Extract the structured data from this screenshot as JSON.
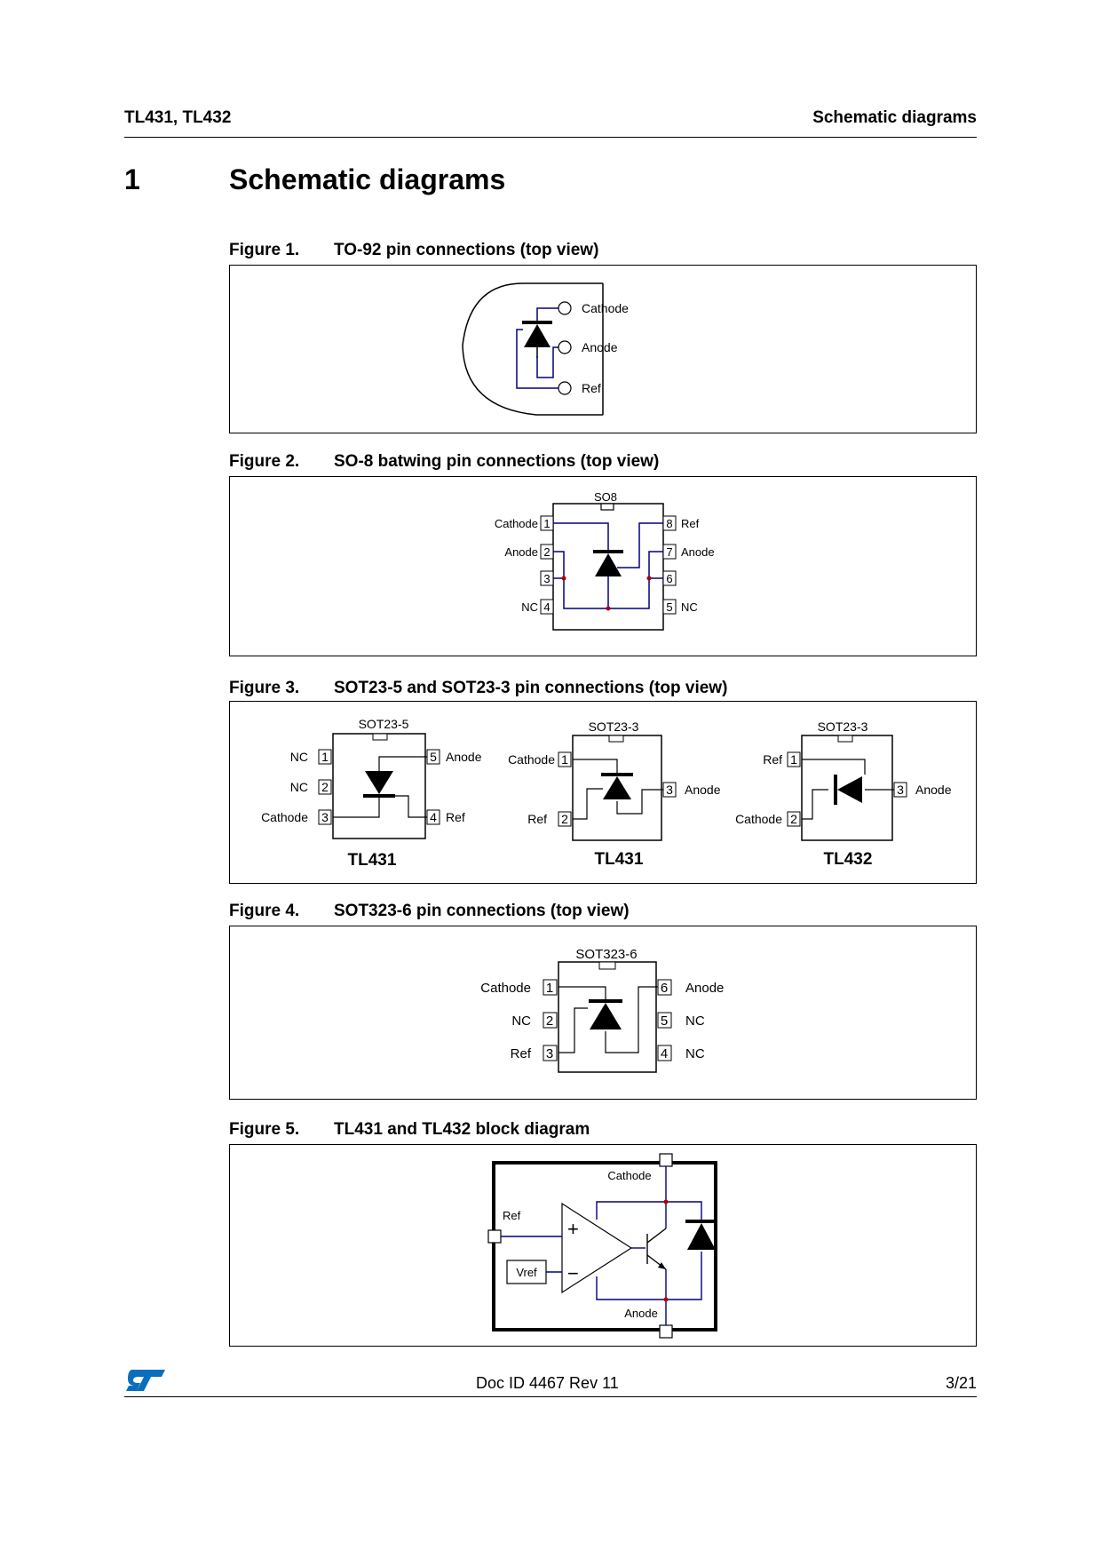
{
  "header": {
    "left": "TL431, TL432",
    "right": "Schematic diagrams"
  },
  "section": {
    "number": "1",
    "title": "Schematic diagrams"
  },
  "figures": [
    {
      "number": "Figure 1.",
      "title": "TO-92 pin connections (top view)",
      "pins": [
        "Cathode",
        "Anode",
        "Ref"
      ]
    },
    {
      "number": "Figure 2.",
      "title": "SO-8 batwing pin connections (top view)",
      "package": "SO8",
      "left_pins": [
        {
          "num": "1",
          "label": "Cathode"
        },
        {
          "num": "2",
          "label": "Anode"
        },
        {
          "num": "3",
          "label": ""
        },
        {
          "num": "4",
          "label": "NC"
        }
      ],
      "right_pins": [
        {
          "num": "8",
          "label": "Ref"
        },
        {
          "num": "7",
          "label": "Anode"
        },
        {
          "num": "6",
          "label": ""
        },
        {
          "num": "5",
          "label": "NC"
        }
      ]
    },
    {
      "number": "Figure 3.",
      "title": "SOT23-5 and SOT23-3 pin connections (top view)",
      "packages": [
        {
          "package": "SOT23-5",
          "device": "TL431",
          "left_pins": [
            {
              "num": "1",
              "label": "NC"
            },
            {
              "num": "2",
              "label": "NC"
            },
            {
              "num": "3",
              "label": "Cathode"
            }
          ],
          "right_pins": [
            {
              "num": "5",
              "label": "Anode"
            },
            {
              "num": "4",
              "label": "Ref"
            }
          ]
        },
        {
          "package": "SOT23-3",
          "device": "TL431",
          "left_pins": [
            {
              "num": "1",
              "label": "Cathode"
            },
            {
              "num": "2",
              "label": "Ref"
            }
          ],
          "right_pins": [
            {
              "num": "3",
              "label": "Anode"
            }
          ]
        },
        {
          "package": "SOT23-3",
          "device": "TL432",
          "left_pins": [
            {
              "num": "1",
              "label": "Ref"
            },
            {
              "num": "2",
              "label": "Cathode"
            }
          ],
          "right_pins": [
            {
              "num": "3",
              "label": "Anode"
            }
          ]
        }
      ]
    },
    {
      "number": "Figure 4.",
      "title": "SOT323-6 pin connections (top view)",
      "package": "SOT323-6",
      "left_pins": [
        {
          "num": "1",
          "label": "Cathode"
        },
        {
          "num": "2",
          "label": "NC"
        },
        {
          "num": "3",
          "label": "Ref"
        }
      ],
      "right_pins": [
        {
          "num": "6",
          "label": "Anode"
        },
        {
          "num": "5",
          "label": "NC"
        },
        {
          "num": "4",
          "label": "NC"
        }
      ]
    },
    {
      "number": "Figure 5.",
      "title": "TL431 and TL432 block diagram",
      "labels": {
        "cathode": "Cathode",
        "ref": "Ref",
        "vref": "Vref",
        "anode": "Anode",
        "plus": "+",
        "minus": "−"
      }
    }
  ],
  "colors": {
    "wire": "#00007f",
    "junction": "#b00000",
    "logo": "#0a6ebd"
  },
  "footer": {
    "doc_id": "Doc ID 4467 Rev 11",
    "page": "3/21",
    "logo": "ST"
  }
}
